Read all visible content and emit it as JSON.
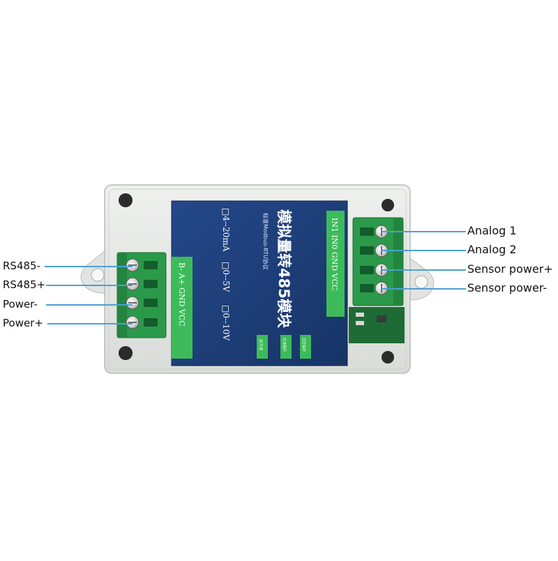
{
  "module": {
    "title_cn": "模拟量转485模块",
    "subtitle_cn": "标准Modbus-RTU协议",
    "range_options": [
      "□4--20mA",
      "□0--5V",
      "□0--10V"
    ],
    "left_terminal_labels": "B-  A+ GND VCC",
    "right_terminal_labels": "IN1 IN0 GND VCC",
    "badges": [
      "抗干扰",
      "过流保护",
      "过压保护"
    ]
  },
  "callouts_left": [
    {
      "label": "RS485-"
    },
    {
      "label": "RS485+"
    },
    {
      "label": "Power-"
    },
    {
      "label": "Power+"
    }
  ],
  "callouts_right": [
    {
      "label": "Analog 1"
    },
    {
      "label": "Analog 2"
    },
    {
      "label": "Sensor power+"
    },
    {
      "label": "Sensor power-"
    }
  ],
  "colors": {
    "enclosure": "#e7e9e6",
    "panel": "#1f3f7c",
    "terminal": "#2faa52",
    "label_tag": "#3dbb5a",
    "callout_line": "#4ba0d8"
  }
}
